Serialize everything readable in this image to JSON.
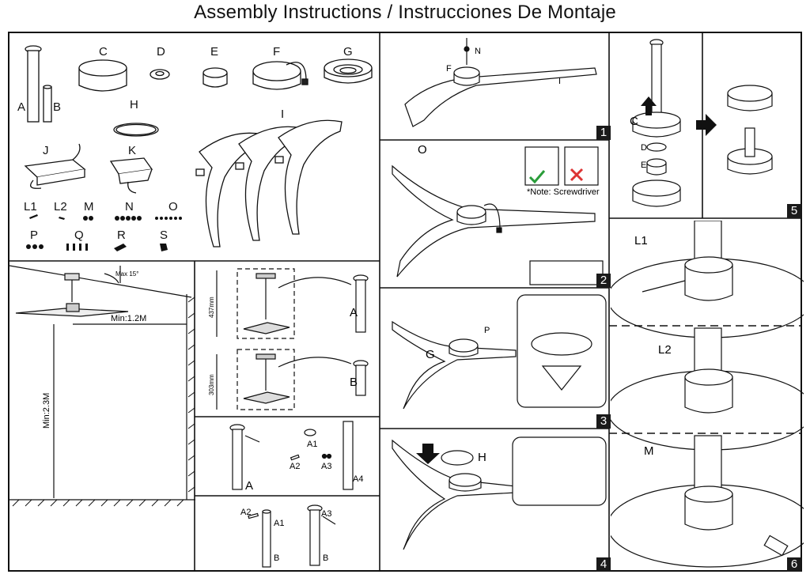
{
  "title": "Assembly Instructions / Instrucciones De Montaje",
  "parts": {
    "A": "A",
    "B": "B",
    "C": "C",
    "D": "D",
    "E": "E",
    "F": "F",
    "G": "G",
    "H": "H",
    "I": "I",
    "J": "J",
    "K": "K",
    "L1": "L1",
    "L2": "L2",
    "M": "M",
    "N": "N",
    "O": "O",
    "P": "P",
    "Q": "Q",
    "R": "R",
    "S": "S"
  },
  "install": {
    "max_angle": "Max 15°",
    "min_blade_gap": "Min:1.2M",
    "min_height": "Min:2.3M"
  },
  "downrods": {
    "long_len": "437mm",
    "short_len": "303mm",
    "A": "A",
    "B": "B",
    "A1": "A1",
    "A2": "A2",
    "A3": "A3",
    "A4": "A4"
  },
  "steps": {
    "s1": "1",
    "s2": "2",
    "s3": "3",
    "s4": "4",
    "s5": "5",
    "s6": "6",
    "note": "*Note: Screwdriver"
  }
}
